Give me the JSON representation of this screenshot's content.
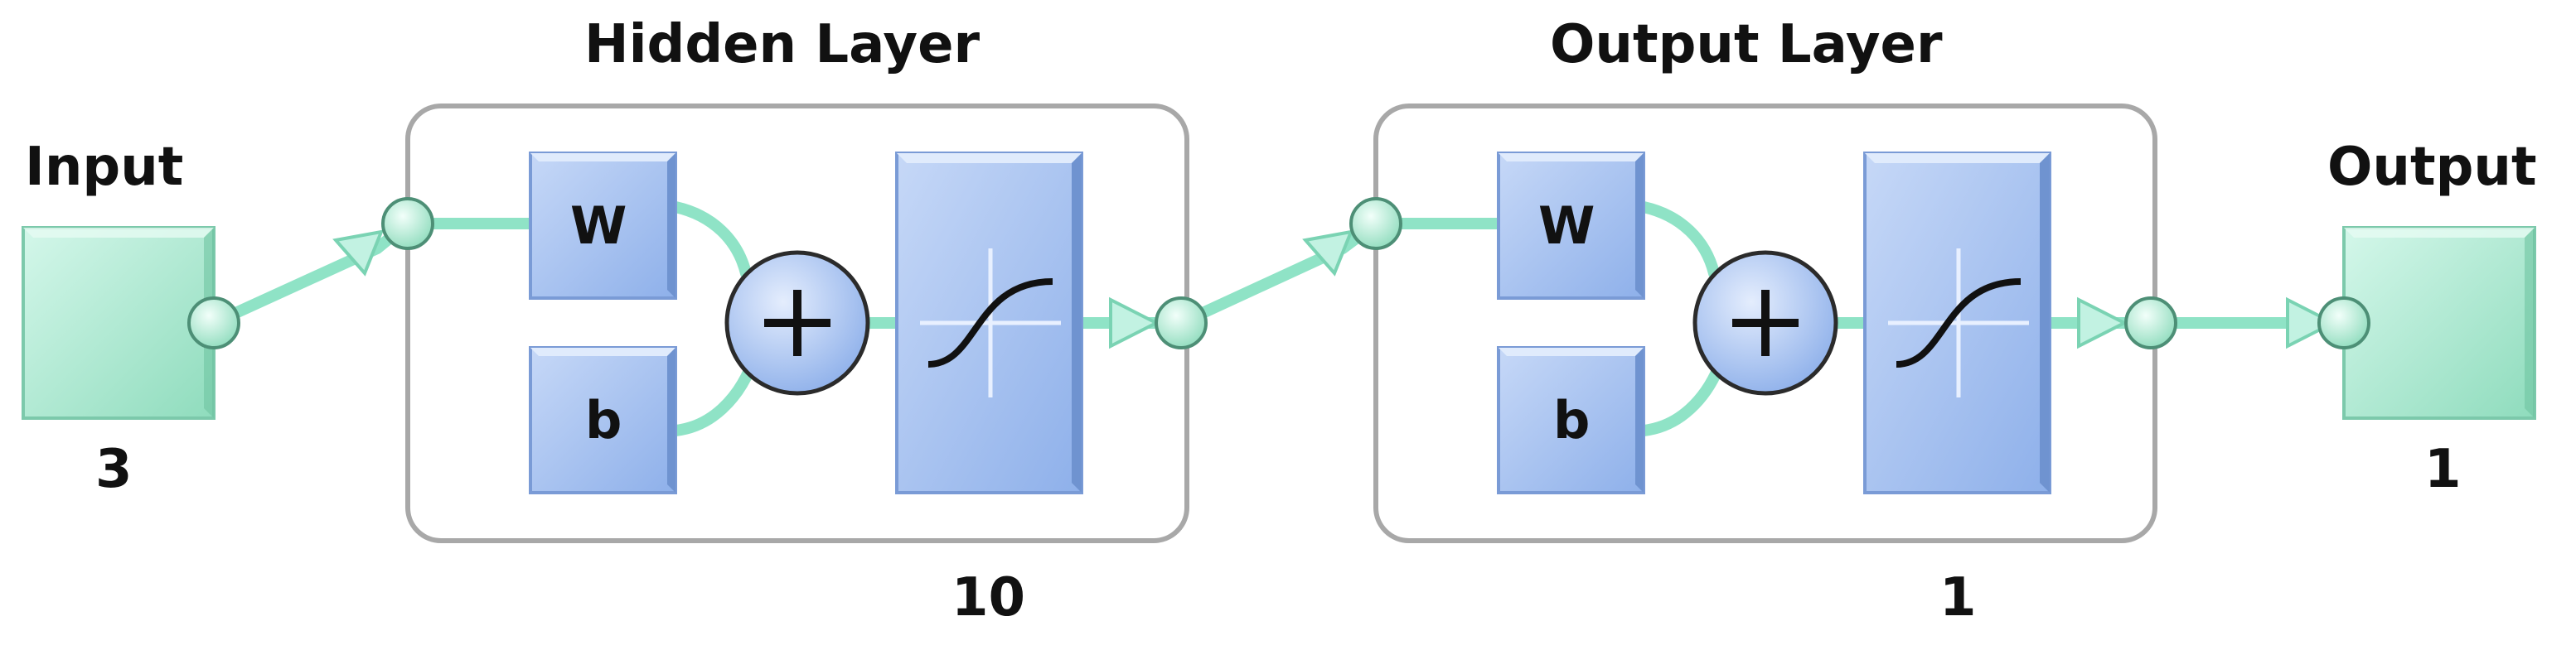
{
  "input": {
    "label": "Input",
    "size": "3"
  },
  "hidden_layer": {
    "title": "Hidden Layer",
    "weight_label": "W",
    "bias_label": "b",
    "size": "10"
  },
  "output_layer": {
    "title": "Output Layer",
    "weight_label": "W",
    "bias_label": "b",
    "size": "1"
  },
  "output": {
    "label": "Output",
    "size": "1"
  },
  "colors": {
    "node_fill": "#a8ecd2",
    "node_stroke": "#6fbf9f",
    "wire": "#8fe3c6",
    "block_fill": "#a9c4f2",
    "block_stroke": "#7a9bd6",
    "layer_border": "#a8a8a8",
    "sum_fill": "#a9c4f2"
  },
  "icons": {
    "sum": "plus-circle-icon",
    "transfer": "sigmoid-curve-icon"
  }
}
